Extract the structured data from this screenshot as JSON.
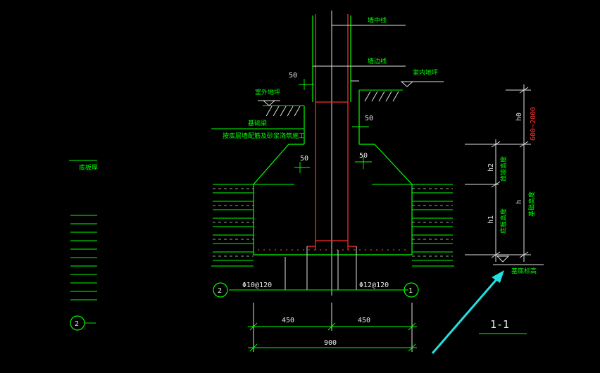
{
  "labels": {
    "wall_center": "墙中线",
    "wall_side": "墙边线",
    "indoor_floor": "室内地坪",
    "outdoor_ground": "室外地坪",
    "base_beam": "基础梁",
    "pour_note": "按底层墙配筋及砂浆浇筑施工",
    "bottom_elevation": "基底标高",
    "left_label": "底板厚",
    "step_h2": "放坡高度",
    "step_h1": "底板高度",
    "total_h": "基础高度"
  },
  "dims": {
    "d50_top": "50",
    "d50_right": "50",
    "d50_left_low": "50",
    "d50_right_low": "50",
    "half_left": "450",
    "half_right": "450",
    "total": "900",
    "range_red": "600~2000",
    "h0": "h0",
    "h2": "h2",
    "h": "h",
    "h1": "h1"
  },
  "rebar": {
    "left": "Φ10@120",
    "right": "Φ12@120"
  },
  "axes": {
    "left": "2",
    "right": "1",
    "far_left": "2"
  },
  "section_label": "1-1",
  "colors": {
    "background": "#000000",
    "line": "#00ff00",
    "rebar": "#ff2a2a",
    "pointer": "#22e0e0"
  }
}
